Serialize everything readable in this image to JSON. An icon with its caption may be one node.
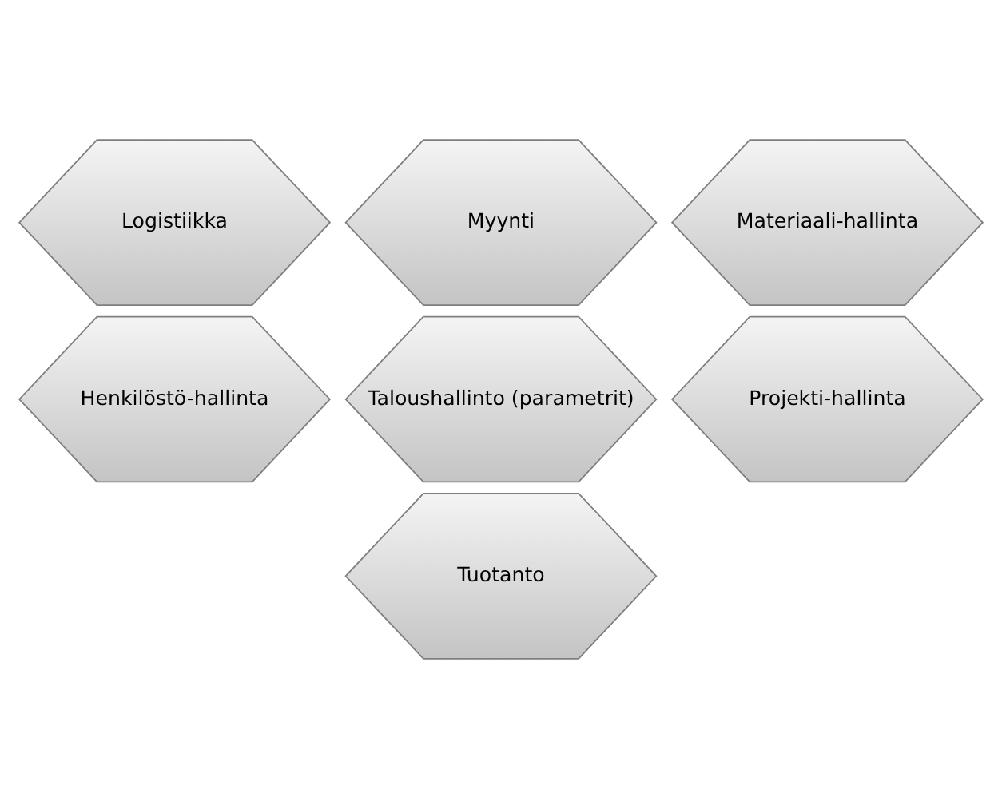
{
  "diagram": {
    "nodes": [
      {
        "text": [
          "Myynti"
        ]
      },
      {
        "text": [
          "Logistiikka"
        ]
      },
      {
        "text": [
          "Materiaali-hallinta"
        ]
      },
      {
        "text": [
          "Taloushallinto (parametrit)"
        ]
      },
      {
        "text": [
          "Henkilöstö-hallinta"
        ]
      },
      {
        "text": [
          "Projekti-hallinta"
        ]
      },
      {
        "text": [
          "Tuotanto"
        ]
      }
    ],
    "edges": []
  }
}
